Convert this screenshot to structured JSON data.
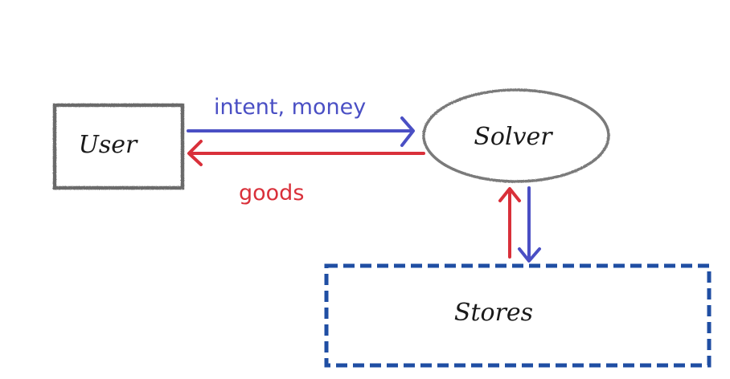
{
  "diagram": {
    "nodes": {
      "user": {
        "label": "User"
      },
      "solver": {
        "label": "Solver"
      },
      "stores": {
        "label": "Stores"
      }
    },
    "edges": {
      "intent_money": {
        "label": "intent, money",
        "color": "#4a4fc4"
      },
      "goods": {
        "label": "goods",
        "color": "#d9303a"
      }
    },
    "colors": {
      "box_stroke": "#6b6b6b",
      "stores_stroke": "#1f4ea3",
      "blue_arrow": "#4a4fc4",
      "red_arrow": "#d9303a"
    }
  }
}
